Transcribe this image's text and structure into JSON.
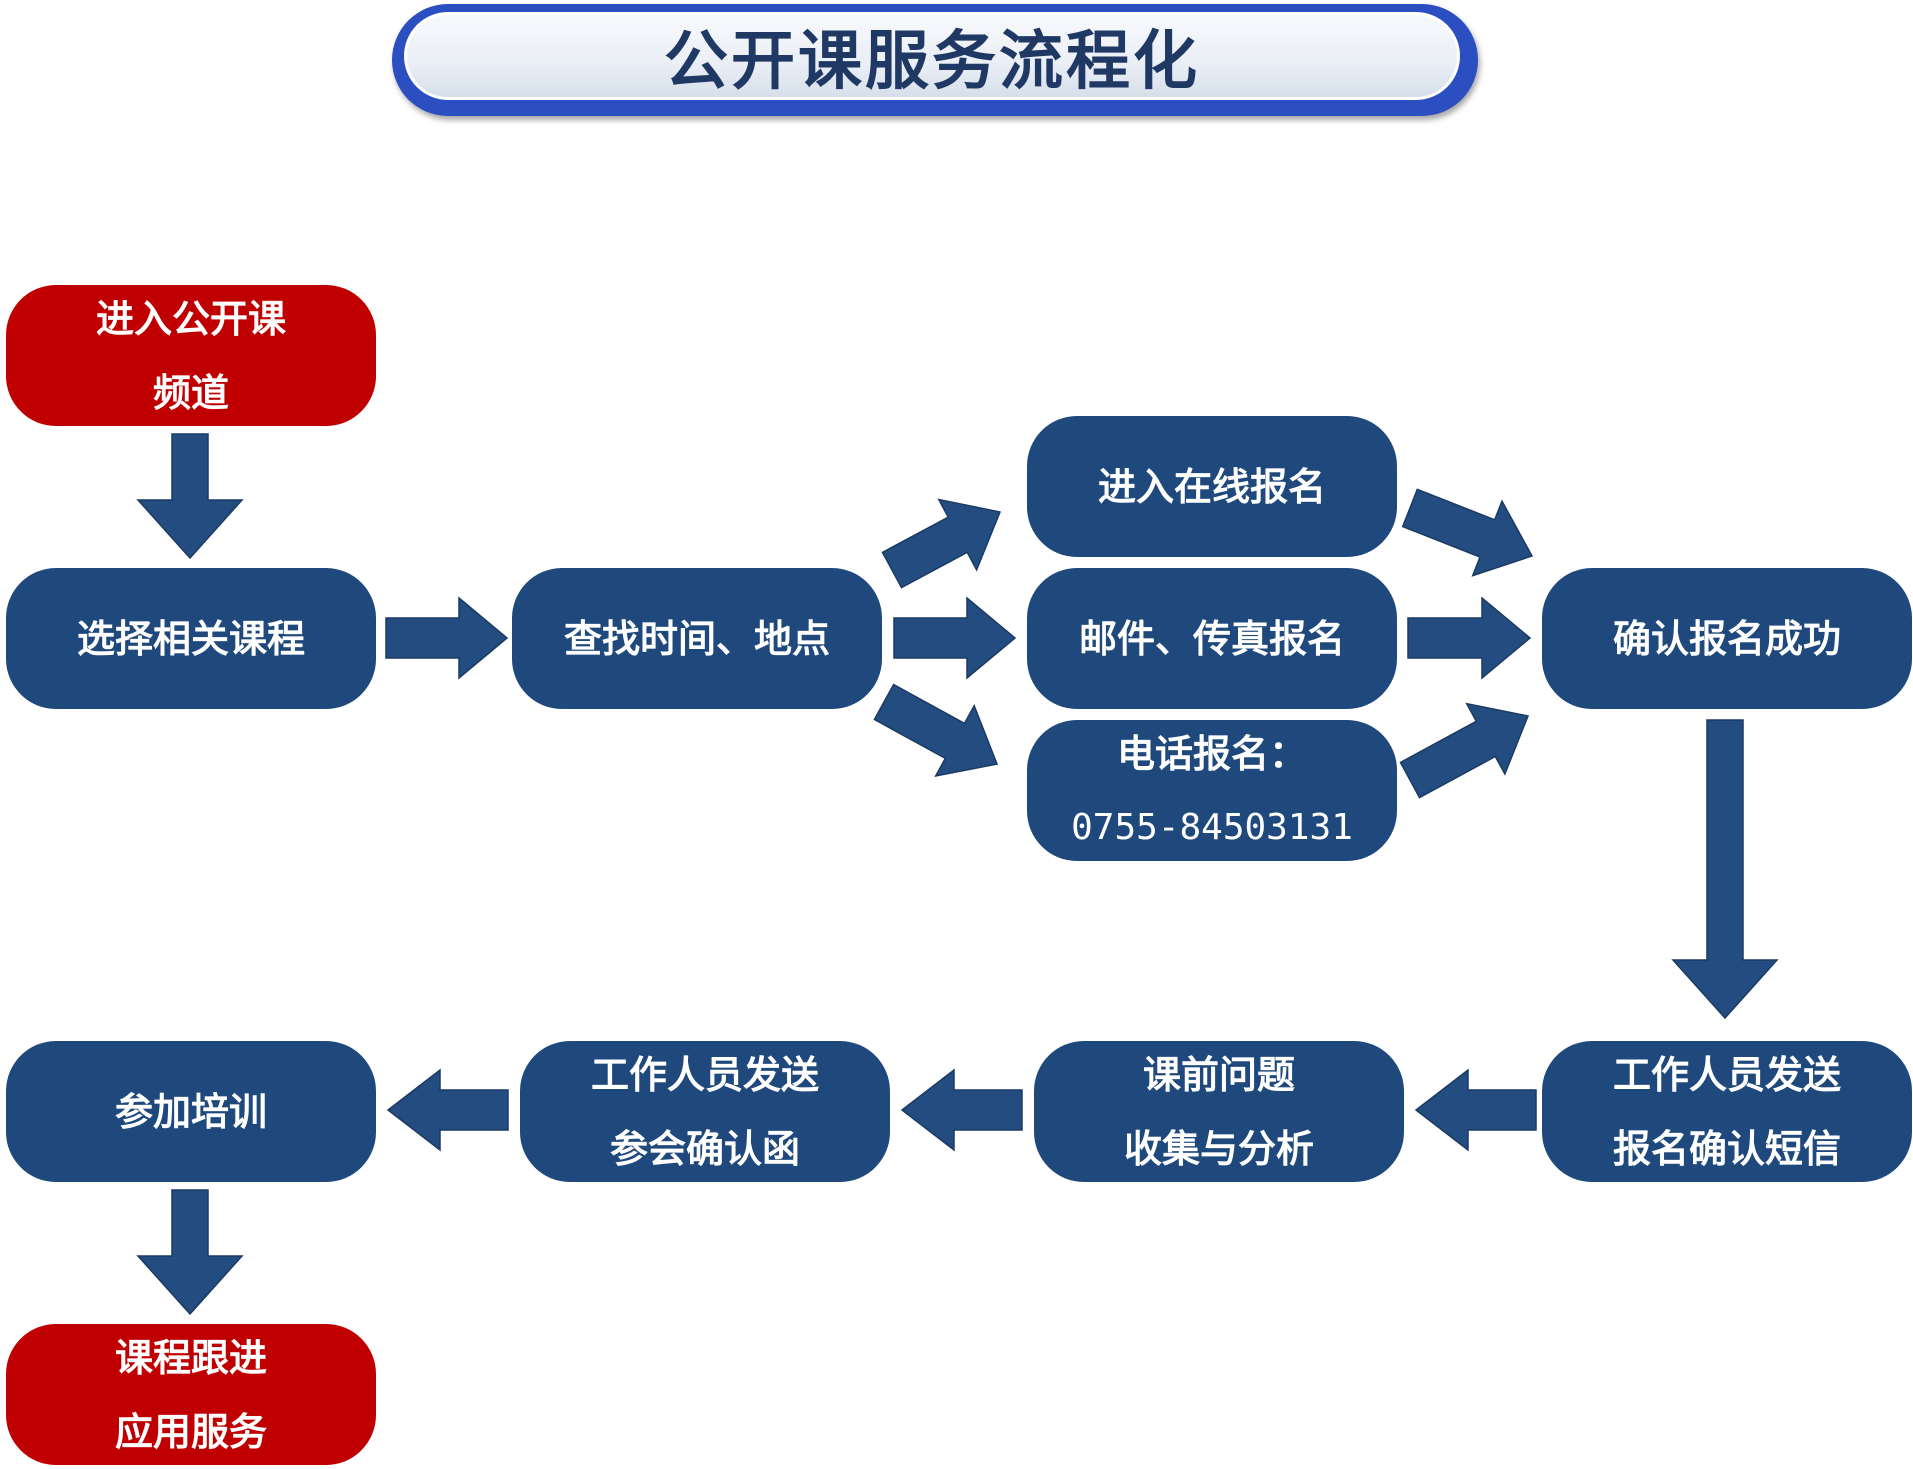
{
  "title": "公开课服务流程化",
  "colors": {
    "node_blue": "#1f497d",
    "node_red": "#c00000",
    "arrow": "#234d80",
    "title_text": "#1f3864"
  },
  "nodes": {
    "start": {
      "lines": [
        "进入公开课",
        "频道"
      ]
    },
    "select": {
      "lines": [
        "选择相关课程"
      ]
    },
    "find": {
      "lines": [
        "查找时间、地点"
      ]
    },
    "online": {
      "lines": [
        "进入在线报名"
      ]
    },
    "mail": {
      "lines": [
        "邮件、传真报名"
      ]
    },
    "phone": {
      "lines": [
        "电话报名：",
        "0755-84503131"
      ]
    },
    "confirm": {
      "lines": [
        "确认报名成功"
      ]
    },
    "sms": {
      "lines": [
        "工作人员发送",
        "报名确认短信"
      ]
    },
    "collect": {
      "lines": [
        "课前问题",
        "收集与分析"
      ]
    },
    "letter": {
      "lines": [
        "工作人员发送",
        "参会确认函"
      ]
    },
    "attend": {
      "lines": [
        "参加培训"
      ]
    },
    "follow": {
      "lines": [
        "课程跟进",
        "应用服务"
      ]
    }
  },
  "edges": [
    {
      "from": "start",
      "to": "select"
    },
    {
      "from": "select",
      "to": "find"
    },
    {
      "from": "find",
      "to": "online"
    },
    {
      "from": "find",
      "to": "mail"
    },
    {
      "from": "find",
      "to": "phone"
    },
    {
      "from": "online",
      "to": "confirm"
    },
    {
      "from": "mail",
      "to": "confirm"
    },
    {
      "from": "phone",
      "to": "confirm"
    },
    {
      "from": "confirm",
      "to": "sms"
    },
    {
      "from": "sms",
      "to": "collect"
    },
    {
      "from": "collect",
      "to": "letter"
    },
    {
      "from": "letter",
      "to": "attend"
    },
    {
      "from": "attend",
      "to": "follow"
    }
  ]
}
